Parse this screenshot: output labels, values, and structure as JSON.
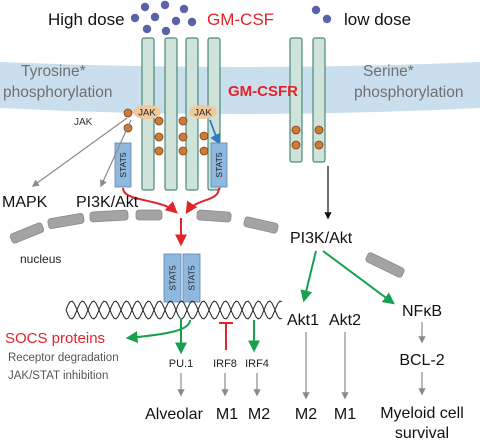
{
  "colors": {
    "membrane": "#c9dfee",
    "receptor_fill": "#cfe3db",
    "receptor_stroke": "#4a8a78",
    "dot": "#5b62a8",
    "phospho": "#d07a3a",
    "jak": "#f2c79a",
    "stat": "#8fb8de",
    "red": "#e0242b",
    "green": "#17a050",
    "gray_arrow": "#8a8a8a",
    "black_arrow": "#111111",
    "nucleus": "#9a9a9a",
    "dna": "#222222",
    "text": "#111111",
    "gray_text": "#555555"
  },
  "labels": {
    "high_dose": "High dose",
    "low_dose": "low dose",
    "gmcsf": "GM-CSF",
    "tyrosine_1": "Tyrosine*",
    "tyrosine_2": "phosphorylation",
    "serine_1": "Serine*",
    "serine_2": "phosphorylation",
    "gmcsfr": "GM-CSFR",
    "jak_left": "JAK",
    "jak_right": "JAK",
    "jak_small": "JAK",
    "stat5_left": "STAT5",
    "stat5_right": "STAT5",
    "stat5_dimer_a": "STAT5",
    "stat5_dimer_b": "STAT5",
    "mapk": "MAPK",
    "pi3k_left": "PI3K/Akt",
    "pi3k_right": "PI3K/Akt",
    "nucleus": "nucleus",
    "socs": "SOCS proteins",
    "receptor_degradation": "Receptor degradation",
    "jak_stat_inhibition": "JAK/STAT inhibition",
    "pu1": "PU.1",
    "irf8": "IRF8",
    "irf4": "IRF4",
    "alveolar": "Alveolar",
    "m1_left": "M1",
    "m2_left": "M2",
    "akt1": "Akt1",
    "akt2": "Akt2",
    "m2_right": "M2",
    "m1_right": "M1",
    "nfkb": "NFκB",
    "bcl2": "BCL-2",
    "myeloid_1": "Myeloid cell",
    "myeloid_2": "survival"
  }
}
